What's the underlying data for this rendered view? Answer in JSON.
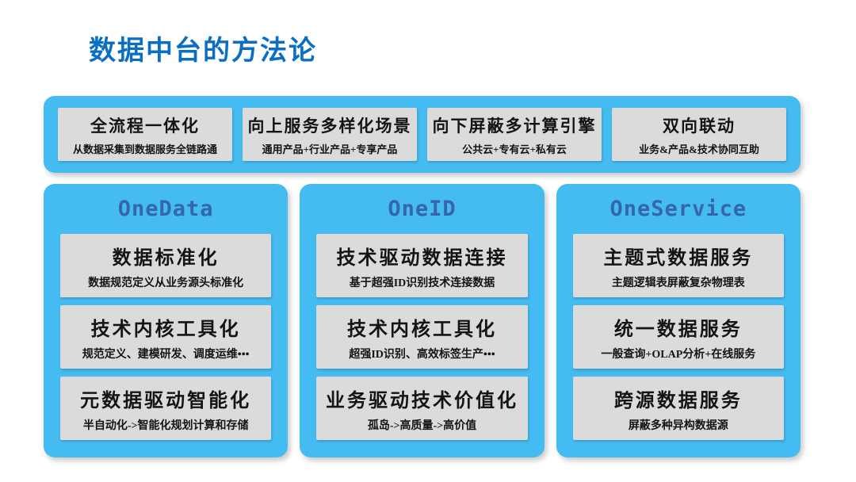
{
  "title": "数据中台的方法论",
  "colors": {
    "accent_blue": "#45bcf1",
    "title_blue": "#0a6fc3",
    "card_gray": "#dbdbdb",
    "pillar_header_blue": "#3566ac"
  },
  "top_bar": {
    "items": [
      {
        "title": "全流程一体化",
        "subtitle": "从数据采集到数据服务全链路通"
      },
      {
        "title": "向上服务多样化场景",
        "subtitle": "通用产品+行业产品+专享产品"
      },
      {
        "title": "向下屏蔽多计算引擎",
        "subtitle": "公共云+专有云+私有云"
      },
      {
        "title": "双向联动",
        "subtitle": "业务&产品&技术协同互助"
      }
    ]
  },
  "pillars": [
    {
      "name": "OneData",
      "boxes": [
        {
          "title": "数据标准化",
          "subtitle": "数据规范定义从业务源头标准化"
        },
        {
          "title": "技术内核工具化",
          "subtitle": "规范定义、建模研发、调度运维•••"
        },
        {
          "title": "元数据驱动智能化",
          "subtitle": "半自动化->智能化规划计算和存储"
        }
      ]
    },
    {
      "name": "OneID",
      "boxes": [
        {
          "title": "技术驱动数据连接",
          "subtitle": "基于超强ID识别技术连接数据"
        },
        {
          "title": "技术内核工具化",
          "subtitle": "超强ID识别、高效标签生产•••"
        },
        {
          "title": "业务驱动技术价值化",
          "subtitle": "孤岛->高质量->高价值"
        }
      ]
    },
    {
      "name": "OneService",
      "boxes": [
        {
          "title": "主题式数据服务",
          "subtitle": "主题逻辑表屏蔽复杂物理表"
        },
        {
          "title": "统一数据服务",
          "subtitle": "一般查询+OLAP分析+在线服务"
        },
        {
          "title": "跨源数据服务",
          "subtitle": "屏蔽多种异构数据源"
        }
      ]
    }
  ]
}
